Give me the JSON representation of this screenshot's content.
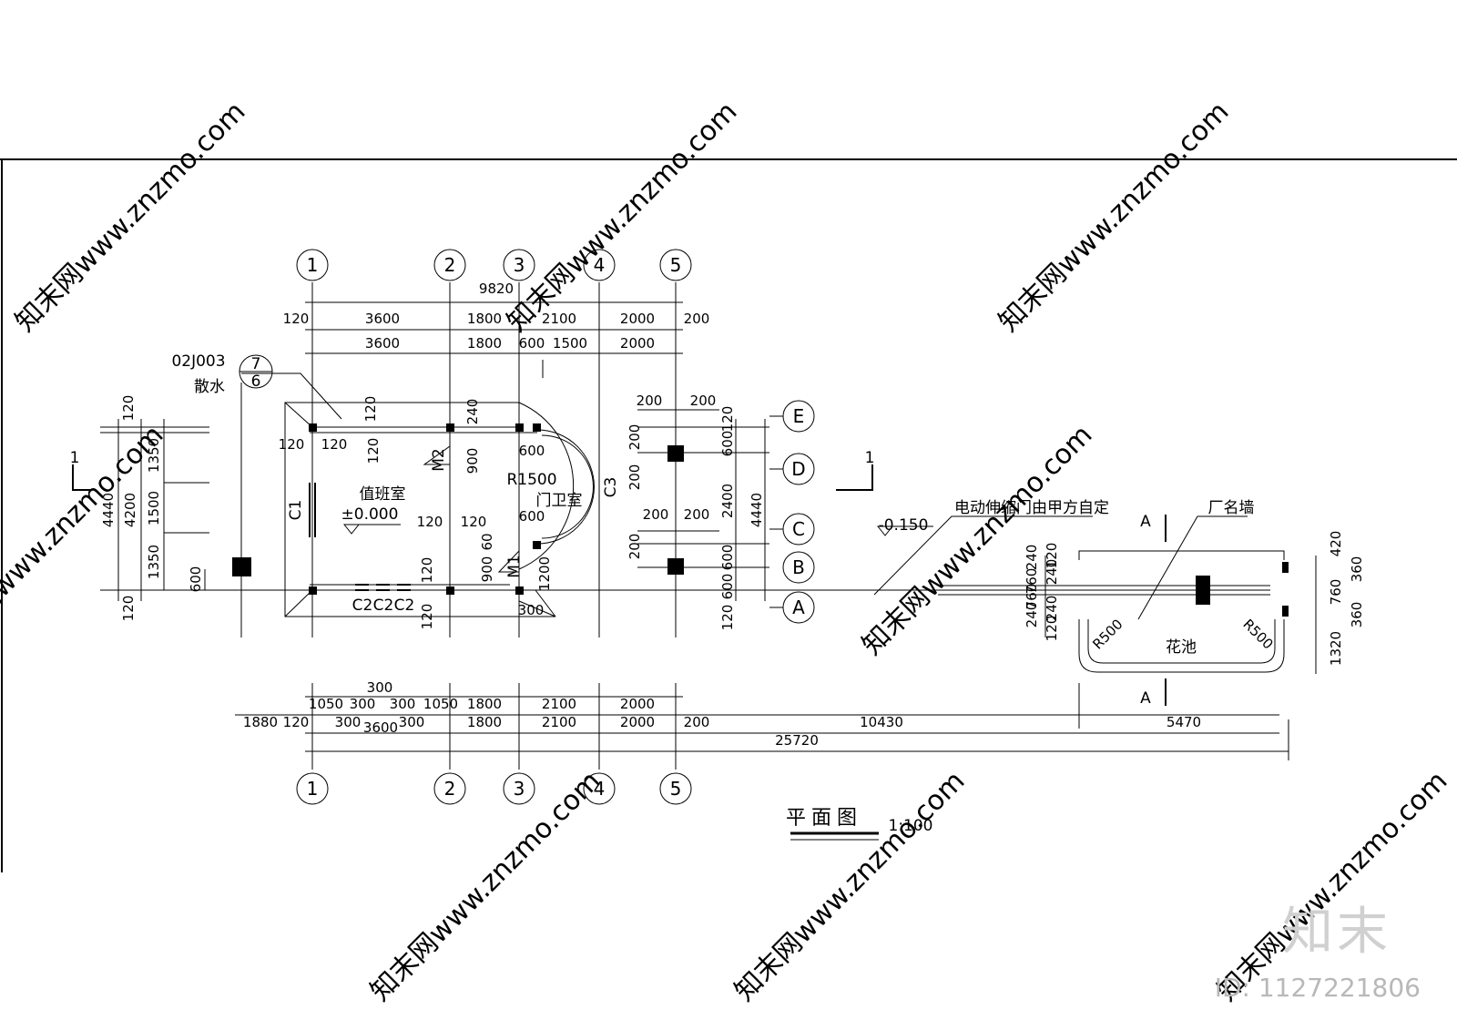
{
  "drawing": {
    "title": "平面图",
    "scale": "1:100",
    "axes_top": [
      "1",
      "2",
      "3",
      "4",
      "5"
    ],
    "axes_bottom": [
      "1",
      "2",
      "3",
      "4",
      "5"
    ],
    "axes_right": [
      "E",
      "D",
      "C",
      "B",
      "A"
    ],
    "section_mark_left": "1",
    "section_mark_right": "1",
    "section_A_top": "A",
    "section_A_bottom": "A"
  },
  "rooms": {
    "duty_room": "值班室",
    "guard_room": "门卫室",
    "flower_bed": "花池",
    "factory_wall": "厂名墙"
  },
  "annotations": {
    "detail_ref": "02J003",
    "detail_num_top": "7",
    "detail_num_bottom": "6",
    "apron": "散水",
    "level_zero": "±0.000",
    "level_minus": "-0.150",
    "gate_note": "电动伸缩门由甲方自定",
    "door_m1": "M1",
    "door_m2": "M2",
    "window_c1": "C1",
    "window_c3": "C3",
    "window_c2_1": "C2",
    "window_c2_2": "C2",
    "window_c2_3": "C2",
    "radius_main": "R1500",
    "radius_left": "R500",
    "radius_right": "R500"
  },
  "dims_top": {
    "total": "9820",
    "row1": [
      "120",
      "3600",
      "1800",
      "2100",
      "2000",
      "200"
    ],
    "row2": [
      "3600",
      "1800",
      "600",
      "1500",
      "2000"
    ]
  },
  "dims_left": {
    "outer": "4440",
    "inner": "4200",
    "parts": [
      "1350",
      "1500",
      "1350"
    ],
    "top_120": "120",
    "bottom_120": "120",
    "dim_600": "600"
  },
  "dims_interior": {
    "d120a": "120",
    "d120b": "120",
    "d120c": "120",
    "d120d": "120",
    "d120e": "120",
    "d120f": "120",
    "d120g": "120",
    "d120h": "120",
    "d240": "240",
    "d900a": "900",
    "d900b": "900",
    "d60": "60",
    "d600a": "600",
    "d600b": "600",
    "d600c": "600",
    "d300": "300",
    "d1200": "1200"
  },
  "dims_right": {
    "c200a": "200",
    "c200b": "200",
    "c200c": "200",
    "c200d": "200",
    "v120": "120",
    "v600a": "600",
    "v200a": "200",
    "v2400": "2400",
    "v200b": "200",
    "v600b": "600",
    "v200c": "200",
    "v120b": "120",
    "v600c": "600",
    "total": "4440"
  },
  "dims_wall": {
    "w120a": "120",
    "w240a": "240",
    "w760a": "760",
    "w240b": "240",
    "w240c": "240",
    "w760b": "760",
    "w240d": "240",
    "w120b": "120",
    "r420": "420",
    "r360a": "360",
    "r760": "760",
    "r360b": "360",
    "r1320": "1320"
  },
  "dims_bottom": {
    "row1": [
      "1050",
      "300",
      "300",
      "1050",
      "1800",
      "2100",
      "2000"
    ],
    "row1_top300": "300",
    "row2": [
      "1880",
      "120",
      "300",
      "3600",
      "300",
      "1800",
      "2100",
      "2000",
      "200",
      "10430",
      "5470"
    ],
    "total": "25720"
  },
  "watermark": {
    "text": "知末网www.znzmo.com",
    "brand": "知末",
    "id": "ID: 1127221806"
  }
}
